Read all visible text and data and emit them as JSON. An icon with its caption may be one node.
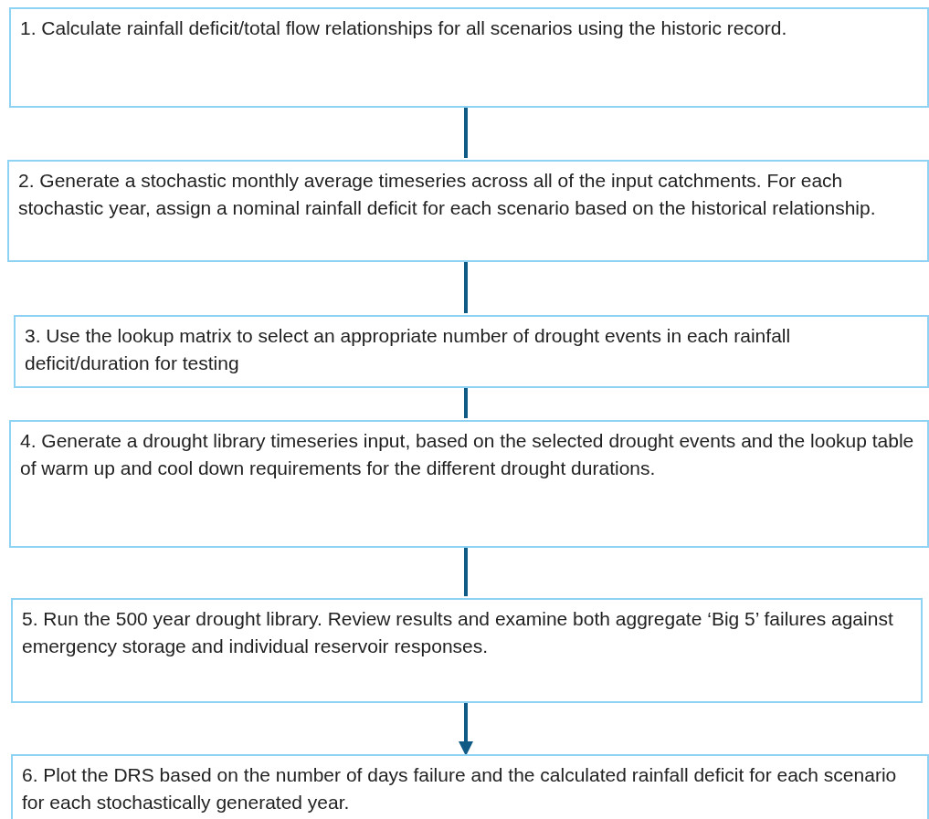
{
  "diagram": {
    "nodes": [
      {
        "text": [
          "1.  Calculate rainfall deficit/total flow relationships for all scenarios using the historic record."
        ]
      },
      {
        "text": [
          "2.  Generate a stochastic monthly average timeseries across all of the input catchments.  For each stochastic year, assign a nominal rainfall deficit for each scenario based on the historical relationship."
        ]
      },
      {
        "text": [
          "3.  Use the lookup matrix to select an appropriate number of drought events in each rainfall deficit/duration for testing"
        ]
      },
      {
        "text": [
          "4.  Generate a drought library timeseries input, based on the selected drought events and the lookup table of warm up and cool down requirements for the different drought durations."
        ]
      },
      {
        "text": [
          "5.  Run the 500 year drought library.  Review results and examine both aggregate ‘Big 5’ failures against emergency storage and individual reservoir responses."
        ]
      },
      {
        "text": [
          "6.  Plot the DRS based on the number of days failure and the calculated rainfall deficit for each scenario for each stochastically generated year."
        ]
      }
    ],
    "edges": [
      {
        "from": 0,
        "to": 1,
        "arrow": "none"
      },
      {
        "from": 1,
        "to": 2,
        "arrow": "none"
      },
      {
        "from": 2,
        "to": 3,
        "arrow": "none"
      },
      {
        "from": 3,
        "to": 4,
        "arrow": "none"
      },
      {
        "from": 4,
        "to": 5,
        "arrow": "to"
      }
    ]
  }
}
